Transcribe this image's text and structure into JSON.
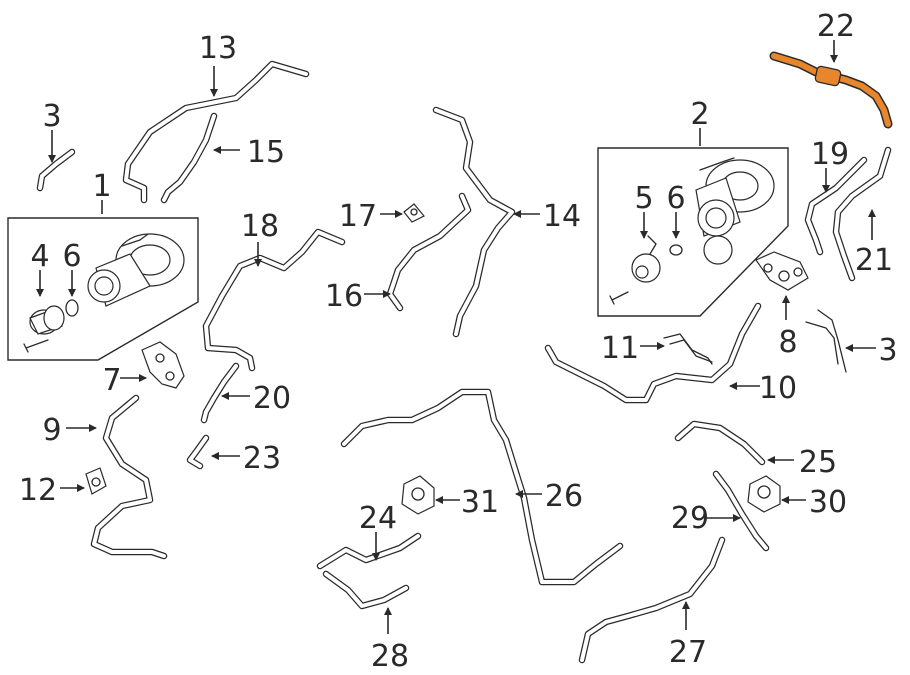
{
  "colors": {
    "line": "#2a2a2a",
    "highlight": "#e8862e",
    "background": "#ffffff"
  },
  "callouts": [
    {
      "id": "c22",
      "text": "22"
    },
    {
      "id": "c2",
      "text": "2"
    },
    {
      "id": "c5",
      "text": "5"
    },
    {
      "id": "c6b",
      "text": "6"
    },
    {
      "id": "c19",
      "text": "19"
    },
    {
      "id": "c21",
      "text": "21"
    },
    {
      "id": "c8",
      "text": "8"
    },
    {
      "id": "c3b",
      "text": "3"
    },
    {
      "id": "c11",
      "text": "11"
    },
    {
      "id": "c10",
      "text": "10"
    },
    {
      "id": "c13",
      "text": "13"
    },
    {
      "id": "c15",
      "text": "15"
    },
    {
      "id": "c3a",
      "text": "3"
    },
    {
      "id": "c1",
      "text": "1"
    },
    {
      "id": "c4",
      "text": "4"
    },
    {
      "id": "c6a",
      "text": "6"
    },
    {
      "id": "c18",
      "text": "18"
    },
    {
      "id": "c17",
      "text": "17"
    },
    {
      "id": "c14",
      "text": "14"
    },
    {
      "id": "c16",
      "text": "16"
    },
    {
      "id": "c7",
      "text": "7"
    },
    {
      "id": "c20",
      "text": "20"
    },
    {
      "id": "c9",
      "text": "9"
    },
    {
      "id": "c23",
      "text": "23"
    },
    {
      "id": "c12",
      "text": "12"
    },
    {
      "id": "c24",
      "text": "24"
    },
    {
      "id": "c31",
      "text": "31"
    },
    {
      "id": "c26",
      "text": "26"
    },
    {
      "id": "c28",
      "text": "28"
    },
    {
      "id": "c25",
      "text": "25"
    },
    {
      "id": "c30",
      "text": "30"
    },
    {
      "id": "c29",
      "text": "29"
    },
    {
      "id": "c27",
      "text": "27"
    }
  ]
}
